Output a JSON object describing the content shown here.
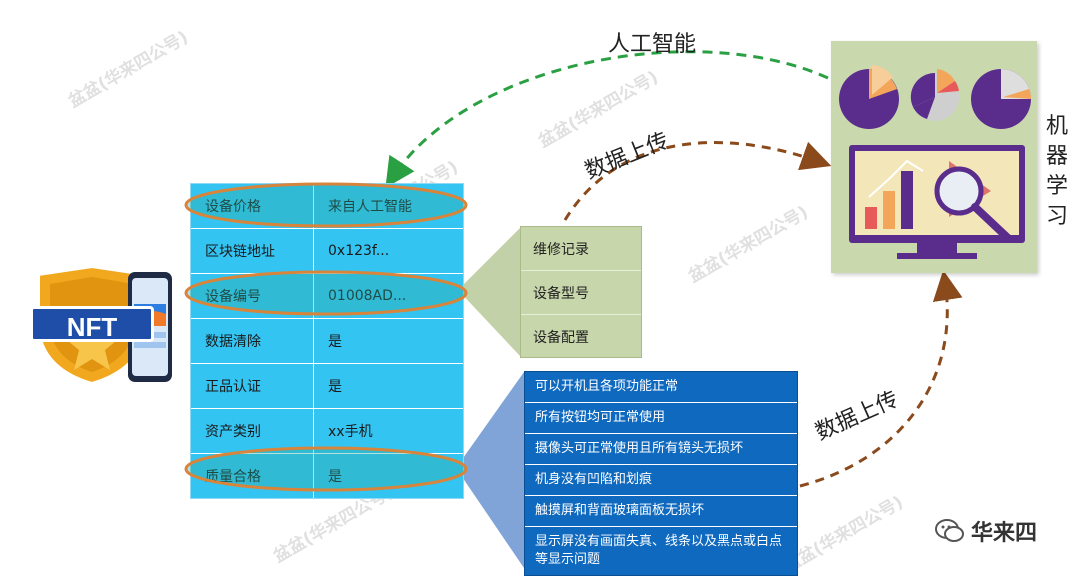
{
  "labels": {
    "ai": "人工智能",
    "upload_top": "数据上传",
    "upload_bottom": "数据上传",
    "machine_learning": "机器学习"
  },
  "nft_badge": {
    "text": "NFT"
  },
  "table": {
    "rows": [
      {
        "key": "设备价格",
        "value": "来自人工智能",
        "highlight": true
      },
      {
        "key": "区块链地址",
        "value": "0x123f...",
        "highlight": false
      },
      {
        "key": "设备编号",
        "value": "01008AD...",
        "highlight": true
      },
      {
        "key": "数据清除",
        "value": "是",
        "highlight": false
      },
      {
        "key": "正品认证",
        "value": "是",
        "highlight": false
      },
      {
        "key": "资产类别",
        "value": "xx手机",
        "highlight": false
      },
      {
        "key": "质量合格",
        "value": "是",
        "highlight": true
      }
    ]
  },
  "device_info": [
    "维修记录",
    "设备型号",
    "设备配置"
  ],
  "quality_checks": [
    "可以开机且各项功能正常",
    "所有按钮均可正常使用",
    "摄像头可正常使用且所有镜头无损坏",
    "机身没有凹陷和划痕",
    "触摸屏和背面玻璃面板无损坏",
    "显示屏没有画面失真、线条以及黑点或白点等显示问题"
  ],
  "watermark": "盆盆(华来四公号)",
  "brand": {
    "name": "华来四",
    "icon": "wechat-icon"
  },
  "colors": {
    "table_bg": "#33c4f2",
    "highlight_ring": "#d8843a",
    "highlight_fill": "#2aa89a",
    "device_list_bg": "#c7d6ab",
    "quality_bg": "#0f69bf",
    "ml_panel_bg": "#c9d9ad",
    "ai_arrow": "#2aa043",
    "upload_arrow": "#8a4a1c",
    "pie_purple": "#5a2d8c",
    "pie_orange": "#f3a65a"
  }
}
